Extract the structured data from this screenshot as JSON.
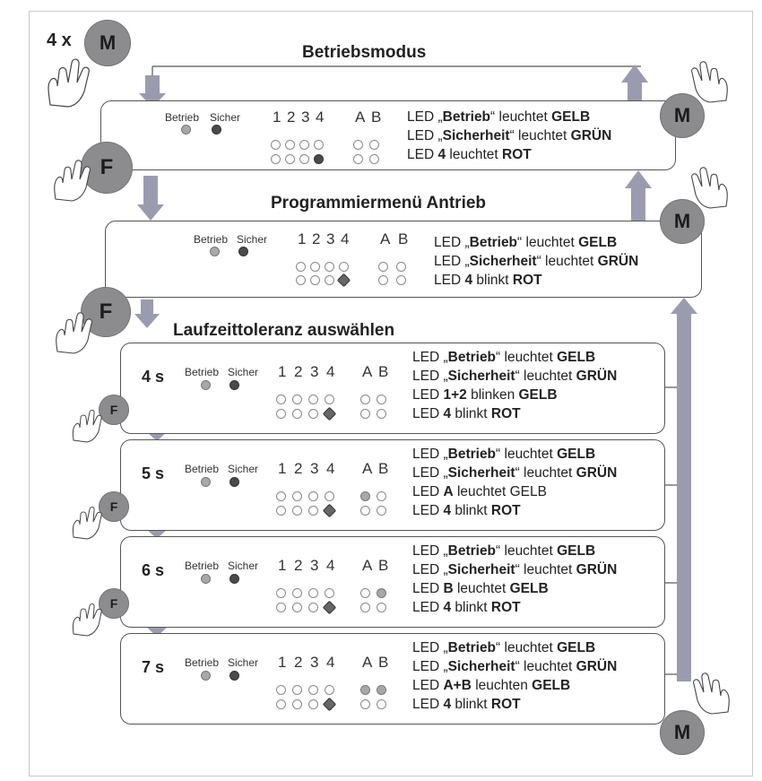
{
  "multiplier": "4 x",
  "buttons": {
    "m": "M",
    "f": "F"
  },
  "titles": {
    "betriebsmodus": "Betriebsmodus",
    "programmiermenue": "Programmiermenü Antrieb",
    "laufzeit": "Laufzeittoleranz auswählen"
  },
  "led_labels": {
    "betrieb": "Betrieb",
    "sicher": "Sicher",
    "numbers": [
      "1",
      "2",
      "3",
      "4"
    ],
    "letters": [
      "A",
      "B"
    ]
  },
  "panels": [
    {
      "key": "modus",
      "time": "",
      "lines": [
        [
          "LED „",
          "Betrieb",
          "“ leuchtet ",
          "GELB",
          ""
        ],
        [
          "LED „",
          "Sicherheit",
          "“ leuchtet ",
          "GRÜN",
          ""
        ],
        [
          "LED ",
          "4",
          " leuchtet ",
          "ROT",
          ""
        ]
      ],
      "row1": [
        "off",
        "off",
        "off",
        "off",
        "off",
        "off"
      ],
      "row2": [
        "off",
        "off",
        "off",
        "dark",
        "off",
        "off"
      ]
    },
    {
      "key": "menue",
      "time": "",
      "lines": [
        [
          "LED „",
          "Betrieb",
          "“ leuchtet ",
          "GELB",
          ""
        ],
        [
          "LED „",
          "Sicherheit",
          "“ leuchtet ",
          "GRÜN",
          ""
        ],
        [
          "LED ",
          "4",
          " blinkt ",
          "ROT",
          ""
        ]
      ],
      "row1": [
        "off",
        "off",
        "off",
        "off",
        "off",
        "off"
      ],
      "row2": [
        "off",
        "off",
        "off",
        "blink",
        "off",
        "off"
      ]
    },
    {
      "key": "4s",
      "time": "4 s",
      "lines": [
        [
          "LED „",
          "Betrieb",
          "“ leuchtet ",
          "GELB",
          ""
        ],
        [
          "LED „",
          "Sicherheit",
          "“ leuchtet ",
          "GRÜN",
          ""
        ],
        [
          "LED ",
          "1+2",
          " blinken ",
          "GELB",
          ""
        ],
        [
          "LED ",
          "4",
          " blinkt ",
          "ROT",
          ""
        ]
      ],
      "row1": [
        "off",
        "off",
        "off",
        "off",
        "off",
        "off"
      ],
      "row2": [
        "off",
        "off",
        "off",
        "blink",
        "off",
        "off"
      ]
    },
    {
      "key": "5s",
      "time": "5 s",
      "lines": [
        [
          "LED „",
          "Betrieb",
          "“ leuchtet ",
          "GELB",
          ""
        ],
        [
          "LED „",
          "Sicherheit",
          "“ leuchtet ",
          "GRÜN",
          ""
        ],
        [
          "LED ",
          "A",
          " leuchtet GELB",
          "",
          ""
        ],
        [
          "LED ",
          "4",
          " blinkt ",
          "ROT",
          ""
        ]
      ],
      "row1": [
        "off",
        "off",
        "off",
        "off",
        "gray",
        "off"
      ],
      "row2": [
        "off",
        "off",
        "off",
        "blink",
        "off",
        "off"
      ]
    },
    {
      "key": "6s",
      "time": "6 s",
      "lines": [
        [
          "LED „",
          "Betrieb",
          "“ leuchtet ",
          "GELB",
          ""
        ],
        [
          "LED „",
          "Sicherheit",
          "“ leuchtet ",
          "GRÜN",
          ""
        ],
        [
          "LED ",
          "B",
          " leuchtet ",
          "GELB",
          ""
        ],
        [
          "LED ",
          "4",
          " blinkt ",
          "ROT",
          ""
        ]
      ],
      "row1": [
        "off",
        "off",
        "off",
        "off",
        "off",
        "gray"
      ],
      "row2": [
        "off",
        "off",
        "off",
        "blink",
        "off",
        "off"
      ]
    },
    {
      "key": "7s",
      "time": "7 s",
      "lines": [
        [
          "LED „",
          "Betrieb",
          "“ leuchtet ",
          "GELB",
          ""
        ],
        [
          "LED „",
          "Sicherheit",
          "“ leuchtet ",
          "GRÜN",
          ""
        ],
        [
          "LED ",
          "A+B",
          " leuchten ",
          "GELB",
          ""
        ],
        [
          "LED ",
          "4",
          " blinkt ",
          "ROT",
          ""
        ]
      ],
      "row1": [
        "off",
        "off",
        "off",
        "off",
        "gray",
        "gray"
      ],
      "row2": [
        "off",
        "off",
        "off",
        "blink",
        "off",
        "off"
      ]
    }
  ]
}
